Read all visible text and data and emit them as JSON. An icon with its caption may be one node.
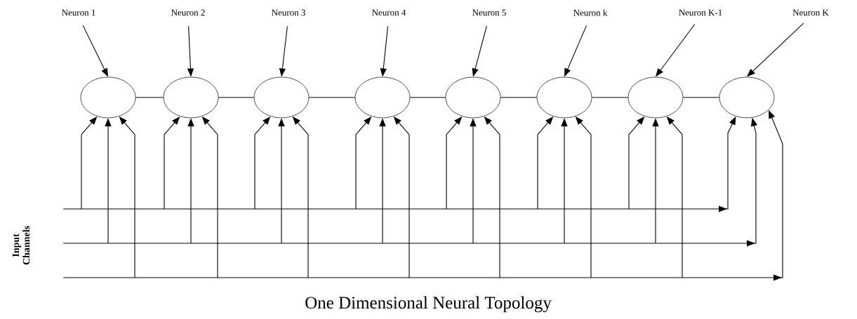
{
  "diagram": {
    "caption": "One Dimensional Neural Topology",
    "nodes": [
      {
        "text": [
          "Neuron 1"
        ]
      },
      {
        "text": [
          "Neuron 2"
        ]
      },
      {
        "text": [
          "Neuron 3"
        ]
      },
      {
        "text": [
          "Neuron 4"
        ]
      },
      {
        "text": [
          "Neuron 5"
        ]
      },
      {
        "text": [
          "Neuron k"
        ]
      },
      {
        "text": [
          "Neuron K-1"
        ]
      },
      {
        "text": [
          "Neuron K"
        ]
      },
      {
        "text": [],
        "shape": "ellipse"
      },
      {
        "text": [],
        "shape": "ellipse"
      },
      {
        "text": [],
        "shape": "ellipse"
      },
      {
        "text": [],
        "shape": "ellipse"
      },
      {
        "text": [],
        "shape": "ellipse"
      },
      {
        "text": [],
        "shape": "ellipse"
      },
      {
        "text": [],
        "shape": "ellipse"
      },
      {
        "text": [],
        "shape": "ellipse"
      },
      {
        "text": [],
        "shape": "line"
      },
      {
        "text": [],
        "shape": "line"
      },
      {
        "text": [],
        "shape": "line"
      }
    ],
    "edges": [
      {
        "from": 0,
        "to": 8,
        "arrow": "to"
      },
      {
        "from": 1,
        "to": 9,
        "arrow": "to"
      },
      {
        "from": 2,
        "to": 10,
        "arrow": "to"
      },
      {
        "from": 3,
        "to": 11,
        "arrow": "to"
      },
      {
        "from": 4,
        "to": 12,
        "arrow": "to"
      },
      {
        "from": 5,
        "to": 13,
        "arrow": "to"
      },
      {
        "from": 6,
        "to": 14,
        "arrow": "to"
      },
      {
        "from": 7,
        "to": 15,
        "arrow": "to"
      },
      {
        "from": 8,
        "to": 9,
        "arrow": "none"
      },
      {
        "from": 9,
        "to": 10,
        "arrow": "none"
      },
      {
        "from": 10,
        "to": 11,
        "arrow": "none"
      },
      {
        "from": 11,
        "to": 12,
        "arrow": "none"
      },
      {
        "from": 12,
        "to": 13,
        "arrow": "none"
      },
      {
        "from": 13,
        "to": 14,
        "arrow": "none"
      },
      {
        "from": 14,
        "to": 15,
        "arrow": "none"
      },
      {
        "from": 16,
        "to": 8,
        "arrow": "to"
      },
      {
        "from": 17,
        "to": 8,
        "arrow": "to"
      },
      {
        "from": 18,
        "to": 8,
        "arrow": "to"
      },
      {
        "from": 16,
        "to": 9,
        "arrow": "to"
      },
      {
        "from": 17,
        "to": 9,
        "arrow": "to"
      },
      {
        "from": 18,
        "to": 9,
        "arrow": "to"
      },
      {
        "from": 16,
        "to": 10,
        "arrow": "to"
      },
      {
        "from": 17,
        "to": 10,
        "arrow": "to"
      },
      {
        "from": 18,
        "to": 10,
        "arrow": "to"
      },
      {
        "from": 16,
        "to": 11,
        "arrow": "to"
      },
      {
        "from": 17,
        "to": 11,
        "arrow": "to"
      },
      {
        "from": 18,
        "to": 11,
        "arrow": "to"
      },
      {
        "from": 16,
        "to": 12,
        "arrow": "to"
      },
      {
        "from": 17,
        "to": 12,
        "arrow": "to"
      },
      {
        "from": 18,
        "to": 12,
        "arrow": "to"
      },
      {
        "from": 16,
        "to": 13,
        "arrow": "to"
      },
      {
        "from": 17,
        "to": 13,
        "arrow": "to"
      },
      {
        "from": 18,
        "to": 13,
        "arrow": "to"
      },
      {
        "from": 16,
        "to": 14,
        "arrow": "to"
      },
      {
        "from": 17,
        "to": 14,
        "arrow": "to"
      },
      {
        "from": 18,
        "to": 14,
        "arrow": "to"
      },
      {
        "from": 16,
        "to": 15,
        "arrow": "to"
      },
      {
        "from": 17,
        "to": 15,
        "arrow": "to"
      },
      {
        "from": 18,
        "to": 15,
        "arrow": "to"
      }
    ],
    "labels": [
      "Input Channels"
    ]
  }
}
